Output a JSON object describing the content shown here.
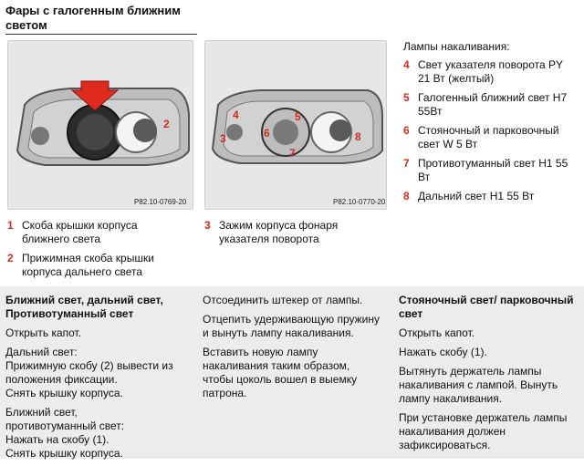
{
  "title": "Фары с галогенным ближним светом",
  "photo1": {
    "code": "P82.10-0769-20",
    "labels": [
      "2"
    ]
  },
  "photo2": {
    "code": "P82.10-0770-20",
    "labels": [
      "4",
      "5",
      "6",
      "7",
      "3",
      "8"
    ]
  },
  "captions": [
    {
      "num": "1",
      "text": "Скоба крышки корпуса ближнего света"
    },
    {
      "num": "2",
      "text": "Прижимная скоба крышки корпуса дальнего света"
    },
    {
      "num": "3",
      "text": "Зажим корпуса фонаря указателя поворота"
    }
  ],
  "lamps": {
    "heading": "Лампы накаливания:",
    "items": [
      {
        "num": "4",
        "text": "Свет указателя поворота PY 21 Вт (желтый)"
      },
      {
        "num": "5",
        "text": "Галогенный ближний свет H7 55Вт"
      },
      {
        "num": "6",
        "text": "Стояночный и парковочный свет W 5 Вт"
      },
      {
        "num": "7",
        "text": "Противотуманный свет H1 55 Вт"
      },
      {
        "num": "8",
        "text": "Дальний свет H1 55 Вт"
      }
    ]
  },
  "col1": {
    "heading": "Ближний свет, дальний свет, Противотуманный свет",
    "p1": "Открыть капот.",
    "p2": "Дальний свет:\nПрижимную скобу (2) вывести из положения фиксации.\nСнять крышку корпуса.",
    "p3": "Ближний свет,\nпротивотуманный свет:\nНажать на скобу (1).\nСнять крышку корпуса."
  },
  "col2": {
    "p1": "Отсоединить штекер от лампы.",
    "p2": "Отцепить удерживающую пружину и вынуть лампу накаливания.",
    "p3": "Вставить новую лампу накаливания таким образом, чтобы цоколь вошел в выемку патрона."
  },
  "col3": {
    "heading": "Стояночный свет/ парковочный свет",
    "p1": "Открыть капот.",
    "p2": "Нажать скобу (1).",
    "p3": "Вытянуть держатель лампы накаливания с лампой. Вынуть лампу накаливания.",
    "p4": "При установке держатель лампы накаливания должен зафиксироваться."
  },
  "colors": {
    "accent": "#d42b1e",
    "panel": "#ececec"
  }
}
